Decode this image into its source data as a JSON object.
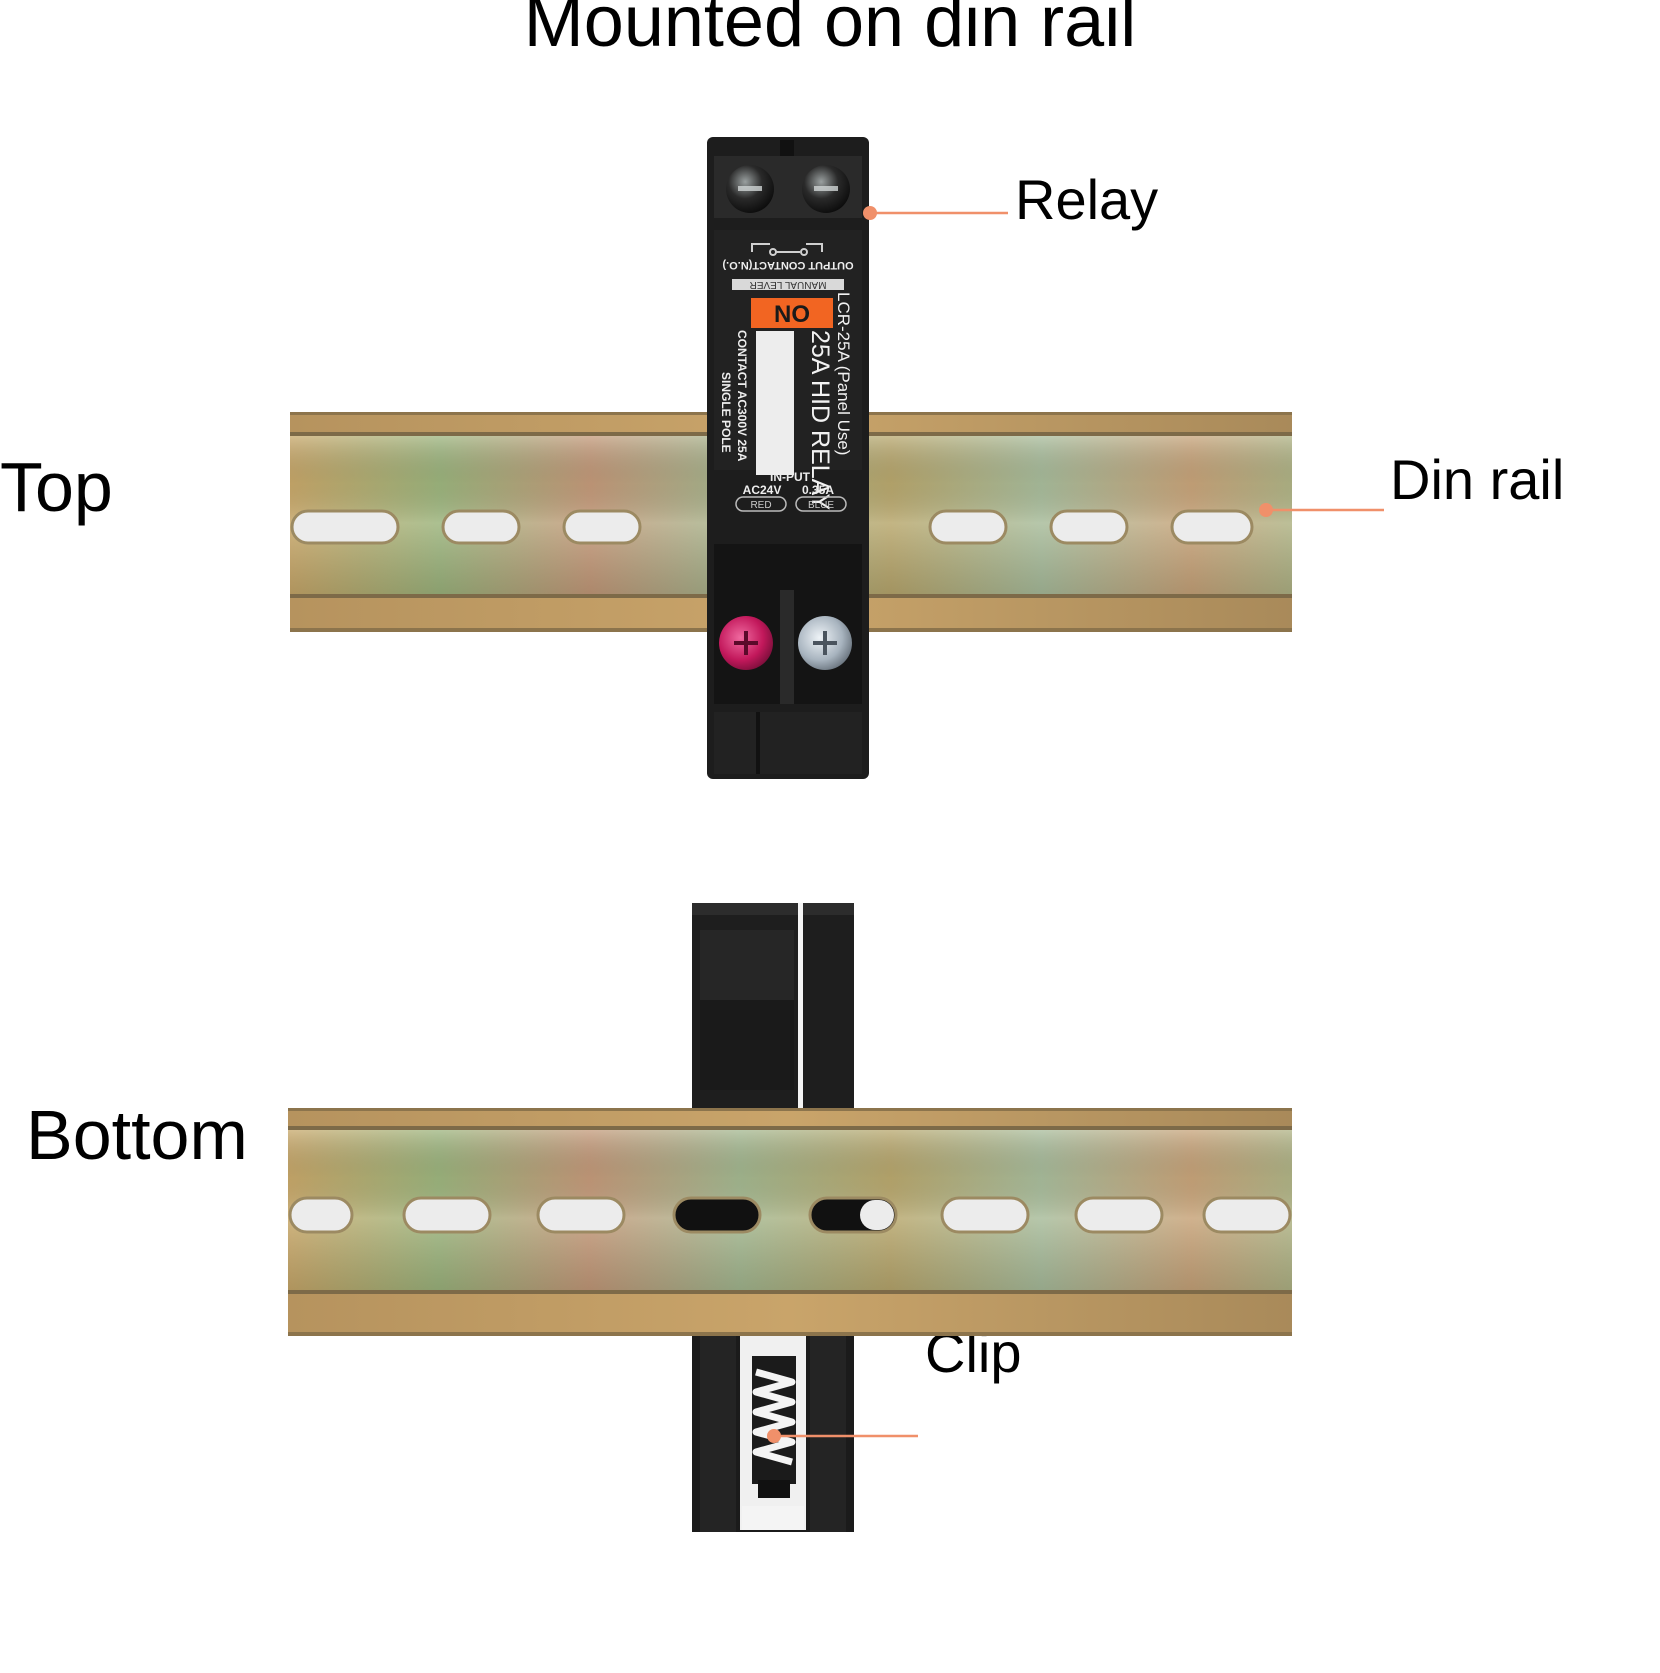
{
  "title": "Mounted on din rail",
  "views": {
    "top": "Top",
    "bottom": "Bottom"
  },
  "callouts": {
    "relay": "Relay",
    "din_rail": "Din rail",
    "clip": "Clip"
  },
  "relay_label": {
    "output_contact": "OUTPUT CONTACT(N.O.)",
    "manual_lever": "MANUAL LEVER",
    "no_badge": "NO",
    "model": "LCR-25A (Panel Use)",
    "name": "25A HID RELAY",
    "contact_rating": "CONTACT AC300V 25A",
    "pole": "SINGLE POLE",
    "input": "IN-PUT",
    "voltage": "AC24V",
    "current": "0.35A",
    "red_wire": "RED",
    "blue_wire": "BLUE"
  },
  "colors": {
    "leader_line": "#f0906a",
    "relay_body": "#1d1d1d",
    "no_badge": "#f26522",
    "terminal_red": "#c2185b",
    "terminal_silver": "#b8c2cc"
  }
}
